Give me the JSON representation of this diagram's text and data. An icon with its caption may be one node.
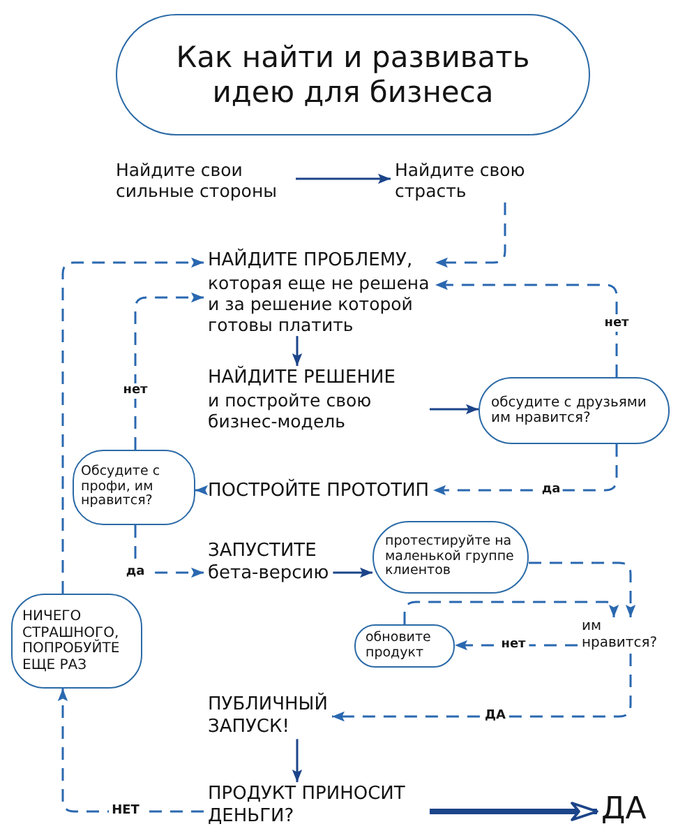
{
  "diagram": {
    "nodes": [
      {
        "text": [
          "Как найти и развивать идею для бизнеса"
        ]
      },
      {
        "text": [
          "Найдите свои сильные стороны"
        ]
      },
      {
        "text": [
          "Найдите свою страсть"
        ]
      },
      {
        "text": [
          "НАЙДИТЕ ПРОБЛЕМУ,",
          "которая еще не решена и за решение которой готовы платить"
        ]
      },
      {
        "text": [
          "НАЙДИТЕ РЕШЕНИЕ",
          "и постройте свою бизнес-модель"
        ]
      },
      {
        "text": [
          "обсудите с друзьями им нравится?"
        ]
      },
      {
        "text": [
          "ПОСТРОЙТЕ ПРОТОТИП"
        ]
      },
      {
        "text": [
          "Обсудите с профи, им нравится?"
        ]
      },
      {
        "text": [
          "ЗАПУСТИТЕ",
          "бета-версию"
        ]
      },
      {
        "text": [
          "протестируйте на маленькой группе клиентов"
        ]
      },
      {
        "text": [
          "им нравится?"
        ]
      },
      {
        "text": [
          "обновите продукт"
        ]
      },
      {
        "text": [
          "НИЧЕГО СТРАШНОГО, ПОПРОБУЙТЕ ЕЩЕ РАЗ"
        ]
      },
      {
        "text": [
          "ПУБЛИЧНЫЙ ЗАПУСК!"
        ]
      },
      {
        "text": [
          "ПРОДУКТ ПРИНОСИТ ДЕНЬГИ?"
        ]
      },
      {
        "text": [
          "ДА"
        ]
      }
    ],
    "edges": [
      {
        "from": 1,
        "to": 2,
        "arrow": "to",
        "color": "#1c4489"
      },
      {
        "from": 2,
        "to": 3,
        "arrow": "to",
        "style": "dashed"
      },
      {
        "from": 3,
        "to": 4,
        "arrow": "to",
        "color": "#1c4489"
      },
      {
        "from": 4,
        "to": 5,
        "arrow": "to",
        "color": "#1c4489"
      },
      {
        "from": 5,
        "to": 3,
        "arrow": "to",
        "style": "dashed",
        "label": "нет"
      },
      {
        "from": 5,
        "to": 6,
        "arrow": "to",
        "style": "dashed",
        "label": "да"
      },
      {
        "from": 6,
        "to": 7,
        "arrow": "to"
      },
      {
        "from": 7,
        "to": 3,
        "arrow": "to",
        "style": "dashed",
        "label": "нет"
      },
      {
        "from": 7,
        "to": 8,
        "arrow": "to",
        "style": "dashed",
        "label": "да"
      },
      {
        "from": 8,
        "to": 9,
        "arrow": "to",
        "color": "#1c4489"
      },
      {
        "from": 9,
        "to": 10,
        "arrow": "to",
        "style": "dashed"
      },
      {
        "from": 10,
        "to": 11,
        "arrow": "to",
        "style": "dashed",
        "label": "нет"
      },
      {
        "from": 10,
        "to": 13,
        "arrow": "to",
        "style": "dashed",
        "label": "ДА"
      },
      {
        "from": 13,
        "to": 14,
        "arrow": "to",
        "color": "#1c4489"
      },
      {
        "from": 14,
        "to": 12,
        "arrow": "to",
        "style": "dashed",
        "label": "НЕТ"
      },
      {
        "from": 12,
        "to": 3,
        "arrow": "to",
        "style": "dashed"
      },
      {
        "from": 14,
        "to": 15,
        "arrow": "to",
        "style": "thick",
        "color": "#1c4489"
      },
      {
        "from": 11,
        "to": 10,
        "arrow": "to",
        "style": "dashed"
      }
    ]
  }
}
